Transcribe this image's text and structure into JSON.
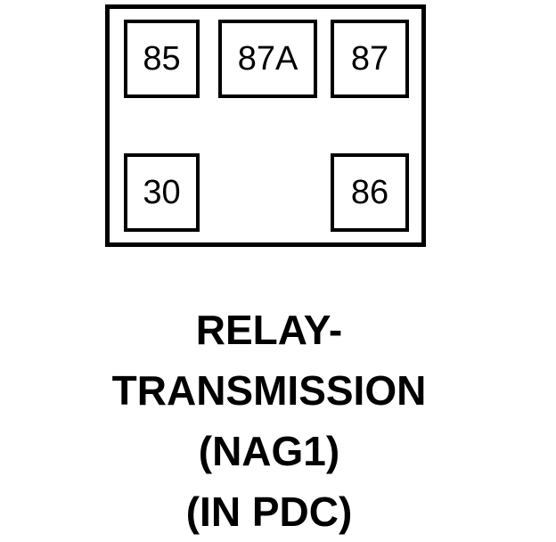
{
  "diagram": {
    "type": "relay-terminal-pinout",
    "component_name": "RELAY-TRANSMISSION",
    "body": {
      "shape": "rectangle",
      "border_color": "#000000",
      "fill_color": "#ffffff"
    },
    "terminals": [
      {
        "id": "pin-85",
        "label": "85",
        "row": "top",
        "column": "left"
      },
      {
        "id": "pin-87a",
        "label": "87A",
        "row": "top",
        "column": "center"
      },
      {
        "id": "pin-87",
        "label": "87",
        "row": "top",
        "column": "right"
      },
      {
        "id": "pin-30",
        "label": "30",
        "row": "bottom",
        "column": "left"
      },
      {
        "id": "pin-86",
        "label": "86",
        "row": "bottom",
        "column": "right"
      }
    ]
  },
  "caption": {
    "lines": [
      "RELAY-",
      "TRANSMISSION",
      "(NAG1)",
      "(IN PDC)"
    ]
  }
}
